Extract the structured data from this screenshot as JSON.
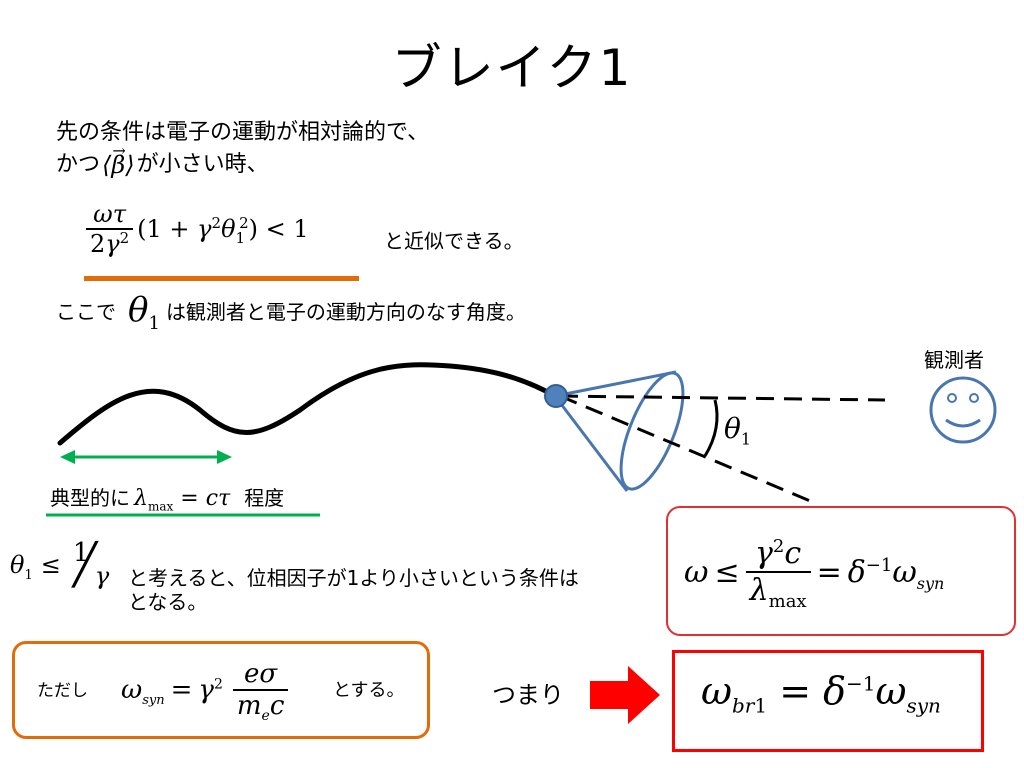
{
  "slide": {
    "title": "ブレイク1",
    "intro_line1": "先の条件は電子の運動が相対論的で、",
    "intro_line2_a": "かつ",
    "intro_line2_b": "が小さい時、",
    "approx_text": "と近似できる。",
    "theta_prefix": "ここで",
    "theta_suffix": "は観測者と電子の運動方向のなす角度。",
    "observer_label": "観測者",
    "lambda_prefix": "典型的に",
    "lambda_suffix": "程度",
    "consider_line1": "と考えると、位相因子が1より小さいという条件は",
    "consider_line2": "となる。",
    "tadashi_prefix": "ただし",
    "tadashi_suffix": "とする。",
    "tsumari": "つまり"
  },
  "colors": {
    "orange": "#E36C0A",
    "green": "#00B050",
    "red": "#FF0000",
    "box_red": "#E03030",
    "blue": "#4A76B0",
    "dot": "#4F81BD"
  },
  "icons": {
    "observer": "smiley-face-icon",
    "arrow": "red-right-arrow-icon"
  }
}
